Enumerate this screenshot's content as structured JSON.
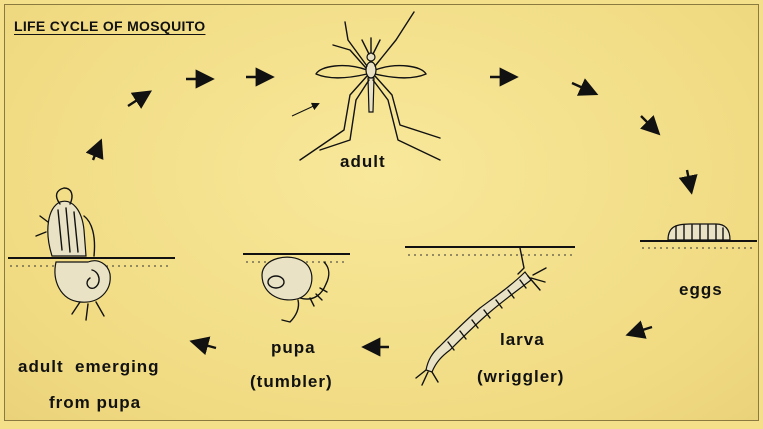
{
  "title": "LIFE CYCLE OF MOSQUITO",
  "stages": {
    "adult": "adult",
    "eggs": "eggs",
    "larva_line1": "larva",
    "larva_line2": "(wriggler)",
    "pupa_line1": "pupa",
    "pupa_line2": "(tumbler)",
    "emerging_line1": "adult  emerging",
    "emerging_line2": "from pupa"
  },
  "colors": {
    "background": "#f4e08a",
    "ink": "#111111"
  }
}
